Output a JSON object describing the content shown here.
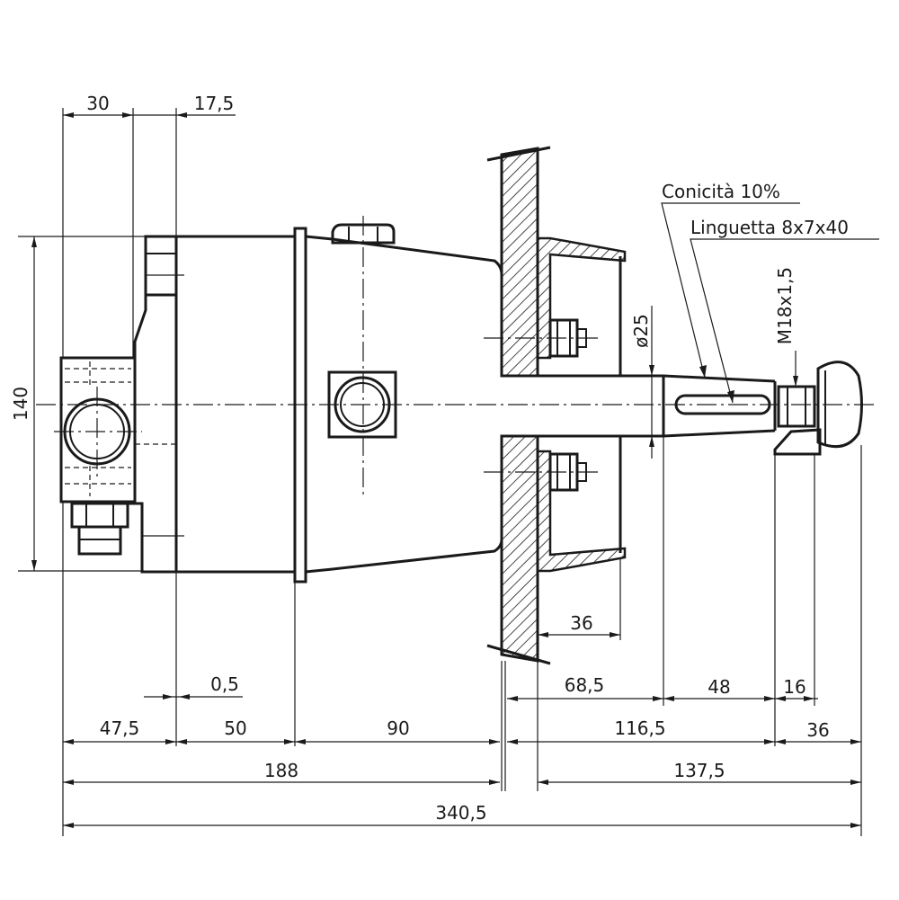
{
  "drawing": {
    "annotations": {
      "taper": "Conicità  10%",
      "key": "Linguetta  8x7x40",
      "thread": "M18x1,5",
      "shaft_diameter": "ø25"
    },
    "dimensions": {
      "top_30": "30",
      "top_17_5": "17,5",
      "height_140": "140",
      "d_0_5": "0,5",
      "d_47_5": "47,5",
      "d_50": "50",
      "d_90": "90",
      "d_188": "188",
      "d_36_flange": "36",
      "d_68_5": "68,5",
      "d_48": "48",
      "d_16": "16",
      "d_116_5": "116,5",
      "d_36_end": "36",
      "d_137_5": "137,5",
      "d_340_5": "340,5"
    }
  }
}
